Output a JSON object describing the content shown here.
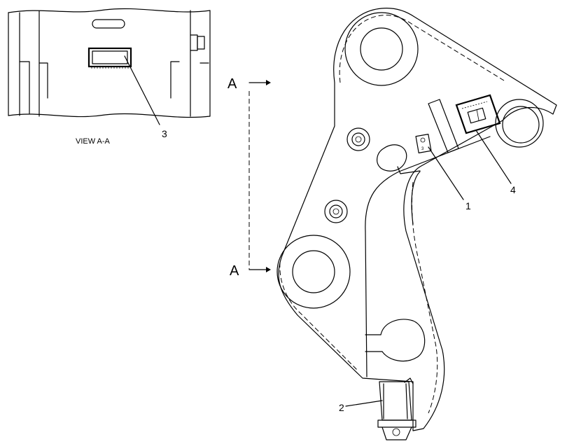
{
  "view_label": "VIEW A-A",
  "section_marks": {
    "top": "A",
    "bottom": "A"
  },
  "callouts": {
    "c1": "1",
    "c2": "2",
    "c3": "3",
    "c4": "4"
  },
  "small_label_plate_text": "3"
}
